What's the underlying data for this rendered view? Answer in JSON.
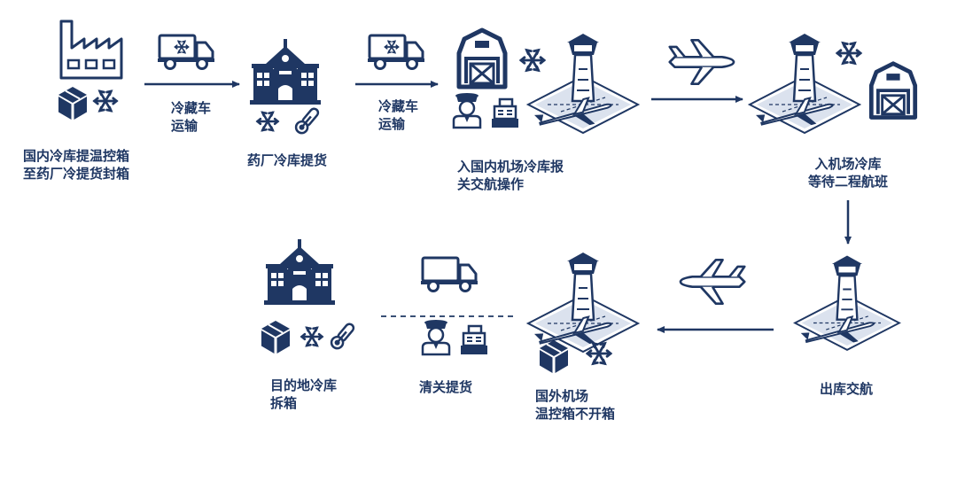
{
  "colors": {
    "primary": "#1f3763",
    "light": "#ffffff",
    "dash": "#1f3763"
  },
  "icons": [
    "factory-icon",
    "box-icon",
    "snowflake-icon",
    "truck-icon",
    "school-icon",
    "thermometer-icon",
    "barn-icon",
    "airport-tower-icon",
    "airplane-icon",
    "customs-officer-icon",
    "cash-register-icon",
    "arrow-icon"
  ],
  "steps": {
    "s1": {
      "line1": "国内冷库提温控箱",
      "line2": "至药厂冷提货封箱"
    },
    "s2": {
      "line1": "药厂冷库提货"
    },
    "s3": {
      "line1": "入国内机场冷库报",
      "line2": "关交航操作"
    },
    "s4": {
      "line1": "入机场冷库",
      "line2": "等待二程航班"
    },
    "s5": {
      "line1": "出库交航"
    },
    "s6": {
      "line1": "国外机场",
      "line2": "温控箱不开箱"
    },
    "s7": {
      "line1": "清关提货"
    },
    "s8": {
      "line1": "目的地冷库",
      "line2": "拆箱"
    }
  },
  "transport": {
    "t1": {
      "line1": "冷藏车",
      "line2": "运输"
    },
    "t2": {
      "line1": "冷藏车",
      "line2": "运输"
    }
  }
}
